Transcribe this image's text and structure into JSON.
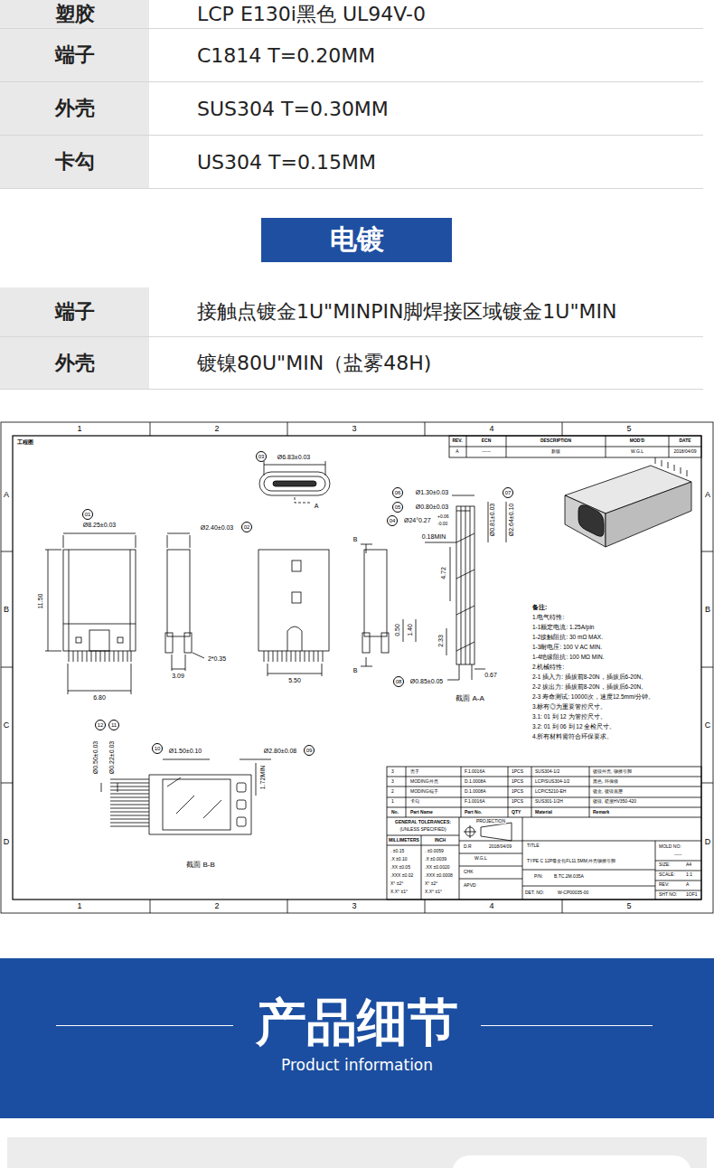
{
  "diagram": {
    "nodes": [
      {
        "text": [
          "塑胶",
          "LCP E130i黑色 UL94V-0"
        ]
      },
      {
        "text": [
          "端子",
          "C1814 T=0.20MM"
        ]
      },
      {
        "text": [
          "外壳",
          "SUS304 T=0.30MM"
        ]
      },
      {
        "text": [
          "卡勾",
          "US304 T=0.15MM"
        ]
      },
      {
        "text": [
          "电镀"
        ]
      },
      {
        "text": [
          "端子",
          "接触点镀金1U\"MINPIN脚焊接区域镀金1U\"MIN"
        ]
      },
      {
        "text": [
          "外壳",
          "镀镍80U\"MIN（盐雾48H)"
        ]
      },
      {
        "text": [
          "03"
        ]
      },
      {
        "text": [
          "06"
        ]
      },
      {
        "text": [
          "07"
        ]
      },
      {
        "text": [
          "05"
        ]
      },
      {
        "text": [
          "01"
        ]
      },
      {
        "text": [
          "04"
        ]
      },
      {
        "text": [
          "02"
        ]
      },
      {
        "text": [
          "08"
        ]
      },
      {
        "text": [
          "12"
        ]
      },
      {
        "text": [
          "11"
        ]
      },
      {
        "text": [
          "10"
        ]
      },
      {
        "text": [
          "09"
        ]
      },
      {
        "text": [
          "产品细节",
          "Product information"
        ]
      }
    ],
    "labels": [
      "1",
      "2",
      "3",
      "4",
      "5",
      "1",
      "2",
      "3",
      "4",
      "5",
      "A",
      "B",
      "C",
      "D",
      "A",
      "B",
      "C",
      "D",
      "工程图",
      "REV.",
      "ECN",
      "DESCRIPTION",
      "MOD'D",
      "DATE",
      "A",
      "------",
      "新版",
      "W.G.L",
      "2018/04/09",
      "Ø6.83±0.03",
      "A",
      "Ø8.25±0.03",
      "Ø2.40±0.03",
      "11.50",
      "6.80",
      "3.09",
      "2*0.35",
      "5.50",
      "B",
      "B",
      "Ø1.30±0.03",
      "Ø0.80±0.03",
      "Ø24°0.27",
      "+0.06",
      "-0.00",
      "0.18MIN",
      "4.72",
      "0.50",
      "1.40",
      "2.33",
      "Ø0.85±0.05",
      "0.67",
      "Ø0.81±0.03",
      "Ø2.64±0.10",
      "截面 A-A",
      "Ø0.50±0.03",
      "Ø0.22±0.03",
      "Ø1.50±0.10",
      "Ø2.80±0.08",
      "1.72MIN",
      "截面 B-B",
      "备注:",
      "1.电气特性:",
      "1-1额定电流: 1.25A/pin",
      "1-2接触阻抗: 30 mΩ MAX.",
      "1-3耐电压: 100 V AC MIN.",
      "1-4绝缘阻抗: 100 MΩ MIN.",
      "2.机械特性:",
      "2-1 插入力: 插拔前8-20N，插拔后6-20N。",
      "2-2 拔出力: 插拔前8-20N，插拔后6-20N。",
      "2-3 寿命测试: 10000次，速度12.5mm/分钟。",
      "3.标有◎为重要管控尺寸。",
      "3.1: 01 到 12 为管控尺寸。",
      "3.2: 01 到 06 到 12 全检尺寸。",
      "4.所有材料需符合环保要求。",
      "3",
      "壳子",
      "F.1.0016A",
      "1PCS",
      "SUS304-1/2",
      "镀镍外壳, 铆接引脚",
      "3",
      "MODING外壳",
      "D.1.0008A",
      "1PCS",
      "LCP/SUS304-1/2",
      "黑色, 环保级",
      "2",
      "MODING端子",
      "D.1.0008A",
      "1PCS",
      "LCP/C5210-EH",
      "镀金, 镀镍底层",
      "1",
      "卡勾",
      "F.1.0016A",
      "1PCS",
      "SUS301-1/2H",
      "镀镍, 硬度HV350-420",
      "No.",
      "Part Name",
      "Part No.",
      "QTY",
      "Material",
      "Remark",
      "GENERAL TOLERANCES:",
      "(UNLESS SPECIFIED)",
      "MILLIMETERS",
      "INCH",
      ". ±0.15",
      ".X ±0.10",
      ".XX ±0.05",
      ".XXX ±0.02",
      "X° ±2°",
      "X.X° ±1°",
      ". ±0.0059",
      ".X ±0.0039",
      ".XX ±0.0020",
      ".XXX ±0.0008",
      "X° ±2°",
      "X.X° ±1°",
      "PROJECTION",
      "D.R",
      "2018/04/09",
      "W.G.L",
      "CHK",
      "APVD",
      "TITLE",
      "TYPE C 12P母全包FL11.5MM,外壳铆接引脚",
      "P/N:",
      "B.TC.2M.035A",
      "DET. NO:",
      "W-CP00035-00",
      "MOLD NO:",
      "-----",
      "SIZE:",
      "A4",
      "SCALE:",
      "1:1",
      "REV:",
      "A",
      "SHT NO:",
      "1OF1"
    ]
  }
}
